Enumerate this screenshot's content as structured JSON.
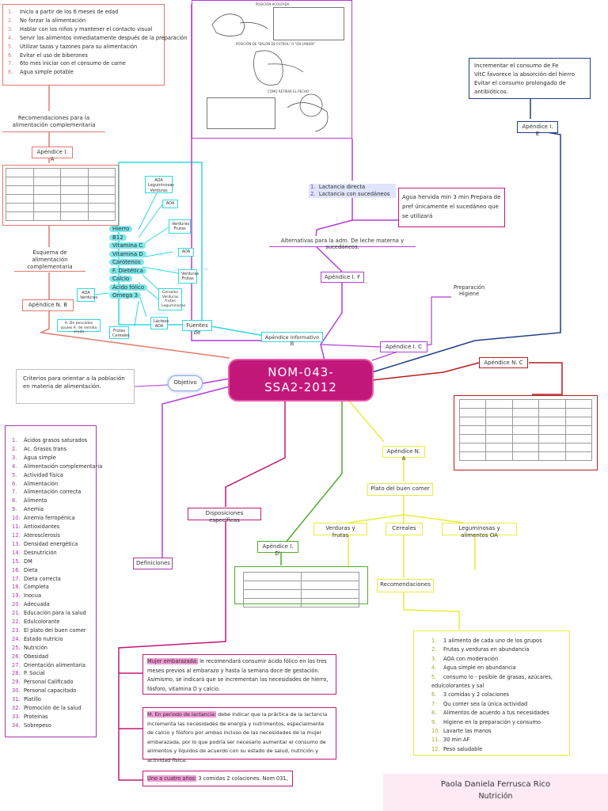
{
  "colors": {
    "magenta": "#c2187a",
    "pink": "#e85ca9",
    "cyan": "#2ed9e0",
    "red": "#d23b3b",
    "navy": "#1f3f86",
    "violet": "#b23fd6",
    "green": "#4cae2a",
    "yellow": "#e9ec3a",
    "purple_list": "#a83aa8",
    "salmon": "#e07a6a"
  },
  "center": {
    "line1": "NOM-043-",
    "line2": "SSA2-2012"
  },
  "objetivo": {
    "label": "Objetivo",
    "text": "Criterios para orientar a la población en materia de alimentación."
  },
  "top_left_list": {
    "items": [
      {
        "n": "1.",
        "t": "Inicio a partir de los 6 meses de edad"
      },
      {
        "n": "2.",
        "t": "No forzar la alimentación"
      },
      {
        "n": "3.",
        "t": "Hablar con los niños y mantener el contacto visual"
      },
      {
        "n": "4.",
        "t": "Servir los alimentos inmediatamente después de la preparación"
      },
      {
        "n": "5.",
        "t": "Utilizar tazas y tazones para su alimentación"
      },
      {
        "n": "6.",
        "t": "Evitar el uso de biberones"
      },
      {
        "n": "7.",
        "t": "6to mes iniciar con el consumo de carne"
      },
      {
        "n": "8.",
        "t": "Agua simple potable"
      }
    ]
  },
  "recomendaciones_label": "Recomendaciones para la alimentación complementaria",
  "apendice_ia": "Apéndice I. A",
  "esquema_label": "Esquema de alimentación complementaria",
  "apendice_nb": "Apéndice N. B",
  "nutrients": [
    "Hierro",
    "B12",
    "Vitamina C",
    "Vitamina D",
    "Carotenos",
    "F. Dietética",
    "Calcio",
    "Ácido fólico",
    "Omega 3"
  ],
  "sources": {
    "aoa_legum": "AOA Leguminosas Verduras",
    "aoa1": "AOA",
    "verduras_frutas": "Verduras Frutas",
    "aoa2": "AOA",
    "verduras_frutas2": "Verduras Frutas",
    "cereales_verduras": "Cereales Verduras frutas Leguminosas",
    "aoa_verduras": "AOA Verduras",
    "pescados": "A. De pescados azules A. de semilla oruda",
    "frutas_cereales": "Frutas Cereales",
    "lacteos": "Lácteos AOA"
  },
  "fuentes_de": "Fuentes de",
  "apendice_info_b": "Apéndice informativo B",
  "images_caption": {
    "top": "POSICIÓN ACOSTADA",
    "mid": "POSICIÓN DE \"BALÓN DE FUTBOL\" O \"EN SANDÍA\"",
    "bottom": "CÓMO RETIRAR EL PECHO"
  },
  "lactancia": [
    "Lactancia directa",
    "Lactancia con sucedáneos"
  ],
  "agua_box": "Agua hervida min 3 min Prepara de pref únicamente el sucedáneo que se utilizará",
  "alternativas": "Alternativas para la adm. De leche materna y sucedáneos.",
  "apendice_if": "Apéndice I. F",
  "preparacion": "Preparación Higiene",
  "apendice_ic": "Apéndice I. C",
  "fe_box": [
    "Incrementar el consumo de Fe",
    "VitC favorece la absorción del hierro",
    "Evitar el consumo prolongado de antibióticos."
  ],
  "apendice_ie": "Apéndice I. E",
  "apendice_nc": "Apéndice N. C",
  "definiciones_label": "Definiciones",
  "definiciones": [
    {
      "n": "1.",
      "t": "Ácidos grasos saturados"
    },
    {
      "n": "2.",
      "t": "Ac. Grasos trans"
    },
    {
      "n": "3.",
      "t": "Agua simple"
    },
    {
      "n": "4.",
      "t": "Alimentación complementaria"
    },
    {
      "n": "5.",
      "t": "Actividad física"
    },
    {
      "n": "6.",
      "t": "Alimentación"
    },
    {
      "n": "7.",
      "t": "Alimentación correcta"
    },
    {
      "n": "8.",
      "t": "Alimento"
    },
    {
      "n": "9.",
      "t": "Anemia"
    },
    {
      "n": "10.",
      "t": "Anemia ferropénica"
    },
    {
      "n": "11.",
      "t": "Antioxidantes"
    },
    {
      "n": "12.",
      "t": "Aterosclerosis"
    },
    {
      "n": "13.",
      "t": "Densidad energética"
    },
    {
      "n": "14.",
      "t": "Desnutrición"
    },
    {
      "n": "15.",
      "t": "DM"
    },
    {
      "n": "16.",
      "t": "Dieta"
    },
    {
      "n": "17.",
      "t": "Dieta correcta"
    },
    {
      "n": "18.",
      "t": "Completa"
    },
    {
      "n": "19.",
      "t": "Inocua"
    },
    {
      "n": "20.",
      "t": "Adecuada"
    },
    {
      "n": "21.",
      "t": "Educación para la salud"
    },
    {
      "n": "22.",
      "t": "Edulcolorante"
    },
    {
      "n": "23.",
      "t": "El plato del buen comer"
    },
    {
      "n": "24.",
      "t": "Estado nutricio"
    },
    {
      "n": "25.",
      "t": "Nutrición"
    },
    {
      "n": "26.",
      "t": "Obesidad"
    },
    {
      "n": "27.",
      "t": "Orientación alimentaria"
    },
    {
      "n": "28.",
      "t": "P. Social"
    },
    {
      "n": "29.",
      "t": "Personal Calificado"
    },
    {
      "n": "30.",
      "t": "Personal capacitado"
    },
    {
      "n": "31.",
      "t": "Platillo"
    },
    {
      "n": "32.",
      "t": "Promoción de la salud"
    },
    {
      "n": "33.",
      "t": "Proteínas"
    },
    {
      "n": "34.",
      "t": "Sobrepeso"
    }
  ],
  "disposiciones": "Disposiciones específicas",
  "apendice_id": "Apéndice I. D'",
  "mujer": {
    "hl": "Mujer embarazada:",
    "text": " le recomendará consumir ácido fólico en los tres meses previos al embarazo y hasta la semana doce de gestación. Asimismo, se indicará que se incrementan las necesidades de hierro, fósforo, vitamina D y calcio."
  },
  "lactancia_box": {
    "hl": "M. En periodo de lactancia:",
    "text": " debe indicar que la práctica de la lactancia incrementa las necesidades de energía y nutrimentos, especialmente de calcio y fósforo por ambas incluso de las necesidades de la mujer embarazada, por lo que podría ser necesario aumentar el consumo de alimentos y líquidos de acuerdo con su estado de salud, nutrición y actividad física."
  },
  "uno_cuatro": {
    "hl": "Uno a cuatro años:",
    "text": " 3 comidas 2 colaciones. Nom 031,"
  },
  "apendice_na": "Apéndice N. A",
  "plato": "Plato del buen comer",
  "grupos": [
    "Verduras y frutas",
    "Cereales",
    "Leguminosas y alimentos OA"
  ],
  "recomendaciones2": "Recomendaciones",
  "reco_list": [
    {
      "n": "1.",
      "t": "1 alimento de cada uno de los grupos"
    },
    {
      "n": "2.",
      "t": "Frutas y verduras en abundancia"
    },
    {
      "n": "3.",
      "t": "AOA con moderación"
    },
    {
      "n": "4.",
      "t": "Agua simple en abundancia"
    },
    {
      "n": "5.",
      "t": "consumo lo - posible de grasas, azúcares, edulcolorantes y sal"
    },
    {
      "n": "6.",
      "t": "3 comidas y 2 colaciones"
    },
    {
      "n": "7.",
      "t": "Qu comer sea la única actividad"
    },
    {
      "n": "8.",
      "t": "Alimentos de acuerdo a tus necesidades"
    },
    {
      "n": "9.",
      "t": "Higiene en la preparación y consumo"
    },
    {
      "n": "10.",
      "t": "Lavarte las manos"
    },
    {
      "n": "11.",
      "t": "30 min AF"
    },
    {
      "n": "12.",
      "t": "Peso saludable"
    }
  ],
  "author": {
    "name": "Paola Daniela Ferrusca Rico",
    "subject": "Nutrición"
  }
}
